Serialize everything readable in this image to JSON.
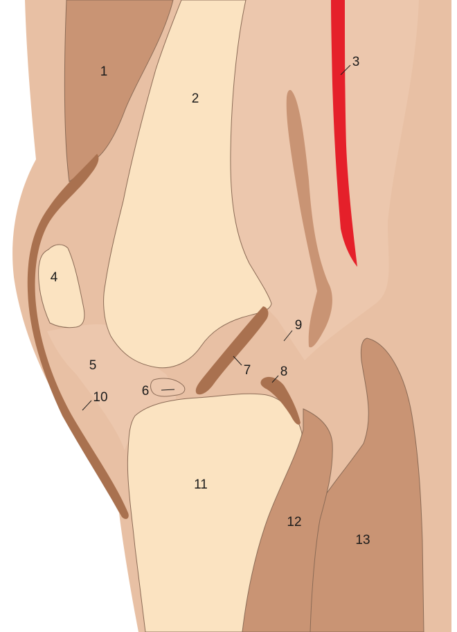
{
  "colors": {
    "skin": "#e8c0a4",
    "soft_tissue": "#ecc7ad",
    "muscle": "#c99474",
    "muscle_dark": "#b87f60",
    "tendon": "#a9714f",
    "bone": "#fbe3c1",
    "artery": "#e5202a",
    "background": "#ffffff"
  },
  "labels": [
    {
      "id": "1",
      "text": "1"
    },
    {
      "id": "2",
      "text": "2"
    },
    {
      "id": "3",
      "text": "3"
    },
    {
      "id": "4",
      "text": "4"
    },
    {
      "id": "5",
      "text": "5"
    },
    {
      "id": "6",
      "text": "6"
    },
    {
      "id": "7",
      "text": "7"
    },
    {
      "id": "8",
      "text": "8"
    },
    {
      "id": "9",
      "text": "9"
    },
    {
      "id": "10",
      "text": "10"
    },
    {
      "id": "11",
      "text": "11"
    },
    {
      "id": "12",
      "text": "12"
    },
    {
      "id": "13",
      "text": "13"
    }
  ]
}
